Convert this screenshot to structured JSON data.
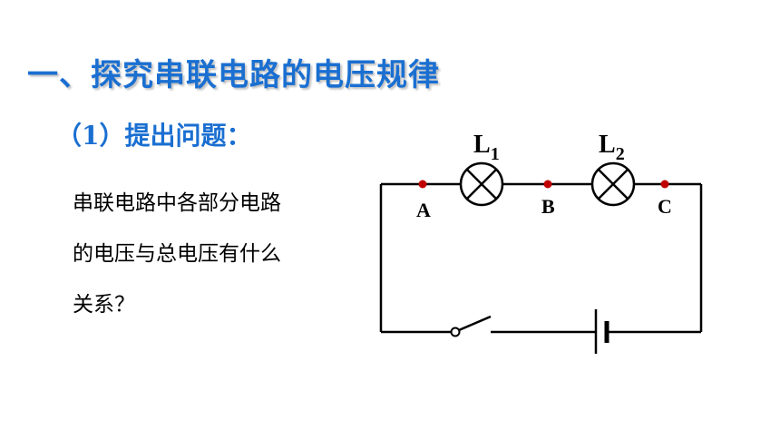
{
  "title": "一、探究串联电路的电压规律",
  "subtitle": "（1）提出问题：",
  "question_lines": [
    "串联电路中各部分电路",
    "的电压与总电压有什么",
    "关系？"
  ],
  "circuit": {
    "lamp_labels": [
      {
        "main": "L",
        "sub": "1"
      },
      {
        "main": "L",
        "sub": "2"
      }
    ],
    "point_labels": [
      "A",
      "B",
      "C"
    ],
    "colors": {
      "title": "#1a6fd1",
      "wire": "#000000",
      "point": "#c00000"
    }
  }
}
